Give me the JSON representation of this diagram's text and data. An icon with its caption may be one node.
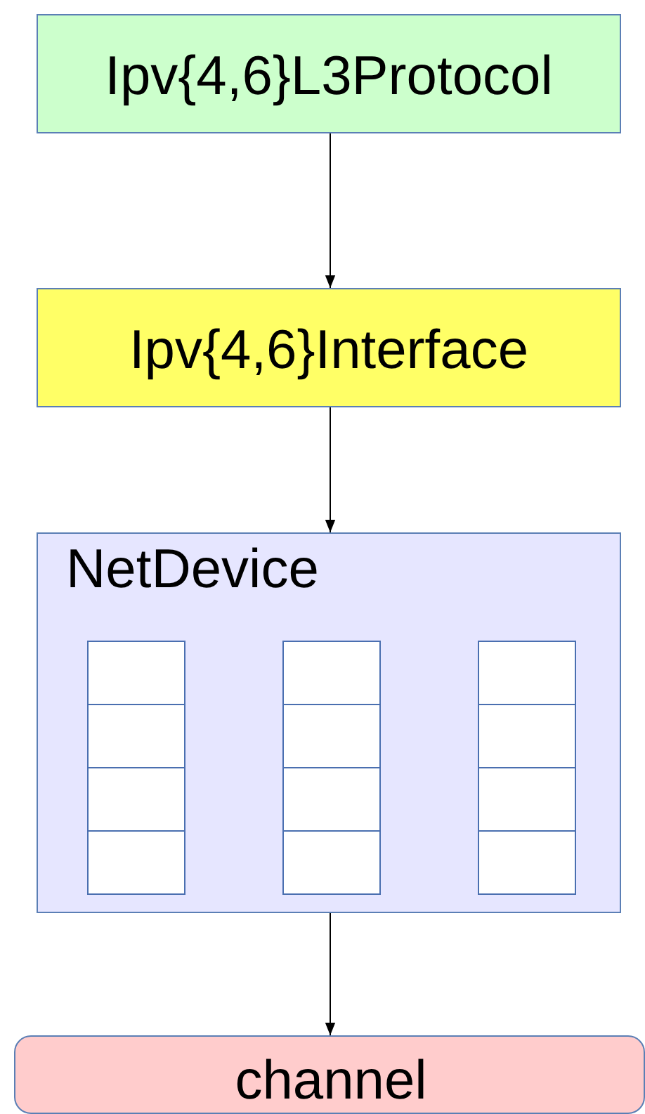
{
  "diagram": {
    "nodes": [
      {
        "text": [
          "Ipv{4,6}L3Protocol"
        ]
      },
      {
        "text": [
          "Ipv{4,6}Interface"
        ]
      },
      {
        "text": [
          "NetDevice"
        ]
      },
      {
        "text": [],
        "shape": "box",
        "in": 2
      },
      {
        "text": [],
        "shape": "box",
        "in": 2
      },
      {
        "text": [],
        "shape": "box",
        "in": 2
      },
      {
        "text": [],
        "shape": "box",
        "in": 2
      },
      {
        "text": [],
        "shape": "box",
        "in": 2
      },
      {
        "text": [],
        "shape": "box",
        "in": 2
      },
      {
        "text": [],
        "shape": "box",
        "in": 2
      },
      {
        "text": [],
        "shape": "box",
        "in": 2
      },
      {
        "text": [],
        "shape": "box",
        "in": 2
      },
      {
        "text": [],
        "shape": "box",
        "in": 2
      },
      {
        "text": [],
        "shape": "box",
        "in": 2
      },
      {
        "text": [],
        "shape": "box",
        "in": 2
      },
      {
        "text": [
          "channel"
        ]
      }
    ],
    "edges": [
      {
        "from": 0,
        "to": 1,
        "arrow": "to"
      },
      {
        "from": 1,
        "to": 2,
        "arrow": "to"
      },
      {
        "from": 2,
        "to": 15,
        "arrow": "to"
      }
    ]
  }
}
